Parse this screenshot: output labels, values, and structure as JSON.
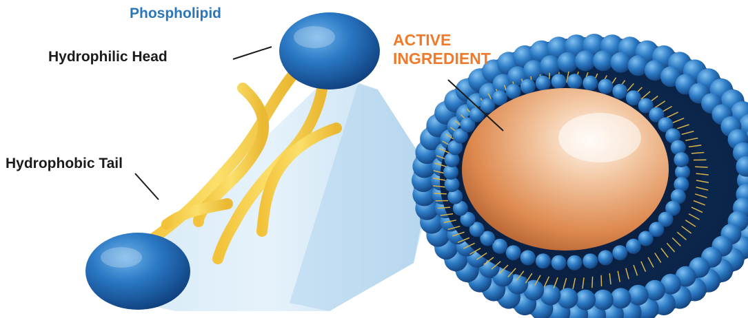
{
  "labels": {
    "title": "Phospholipid",
    "head": "Hydrophilic Head",
    "tail": "Hydrophobic Tail",
    "active_line1": "ACTIVE",
    "active_line2": "INGREDIENT"
  },
  "colors": {
    "title": "#2a76b8",
    "label": "#1b1b1b",
    "accent": "#f07a2c",
    "head_blue": "#1c5fa8",
    "tail_yellow": "#f6cf47",
    "core_orange": "#e0884e"
  }
}
